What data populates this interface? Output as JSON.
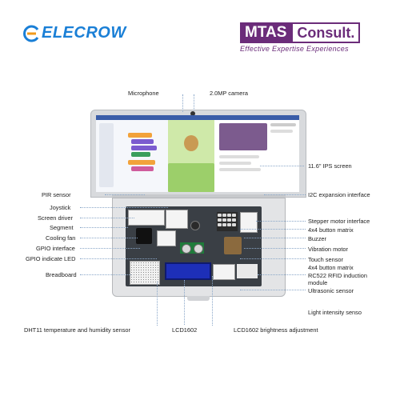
{
  "brands": {
    "elecrow": "ELECROW",
    "mtas_left": "MTAS",
    "mtas_right": "Consult.",
    "mtas_tagline": "Effective Expertise Experiences"
  },
  "labels": {
    "microphone": "Microphone",
    "camera": "2.0MP camera",
    "ips_screen": "11.6\" IPS screen",
    "pir_sensor": "PIR sensor",
    "i2c": "I2C expansion interface",
    "joystick": "Joystick",
    "screen_driver": "Screen driver",
    "stepper": "Stepper motor interface",
    "segment": "Segment",
    "button_matrix_top": "4x4 button matrix",
    "cooling_fan": "Cooling fan",
    "buzzer": "Buzzer",
    "gpio_interface": "GPIO interface",
    "vibration": "Vibration motor",
    "gpio_led": "GPIO indicate LED",
    "touch_sensor": "Touch sensor",
    "button_matrix_bottom": "4x4 button matrix",
    "breadboard": "Breadboard",
    "rfid": "RC522 RFID induction",
    "module": "module",
    "ultrasonic": "Ultrasonic sensor",
    "light": "Light intensity senso",
    "dht11": "DHT11 temperature and humidity sensor",
    "lcd1602": "LCD1602",
    "lcd_brightness": "LCD1602 brightness adjustment"
  },
  "colors": {
    "elecrow_blue": "#1a7fd6",
    "mtas_purple": "#6b2c7a",
    "lcd_blue": "#1d2fb8",
    "pcb": "#3a3f45"
  },
  "icons": {
    "elecrow_logo": "swirl-e-icon"
  }
}
